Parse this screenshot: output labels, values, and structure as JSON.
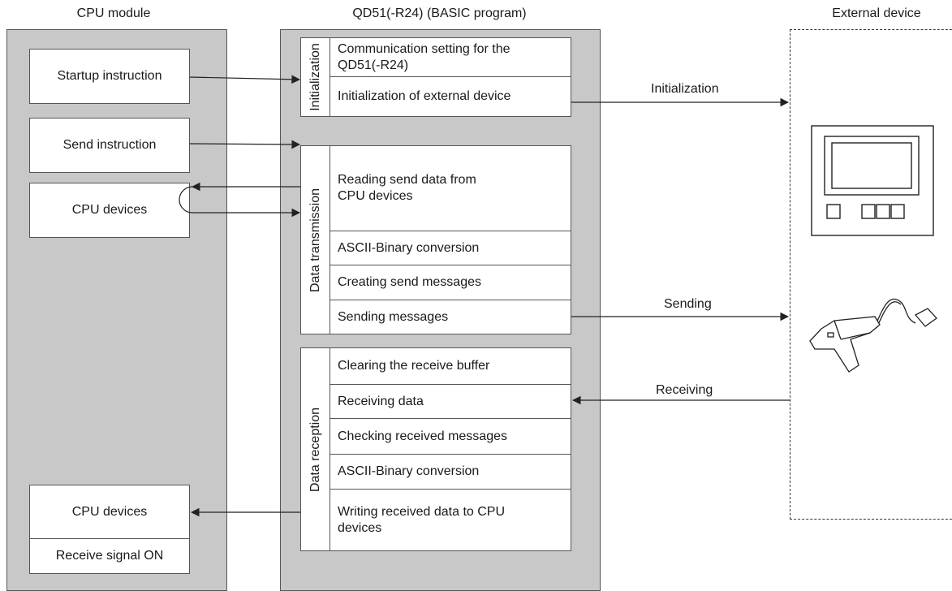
{
  "columns": {
    "cpu_title": "CPU module",
    "qd_title": "QD51(-R24) (BASIC program)",
    "ext_title": "External device"
  },
  "cpu": {
    "startup": "Startup instruction",
    "send": "Send instruction",
    "devices_top": "CPU devices",
    "devices_bottom": "CPU devices",
    "receive_signal": "Receive signal ON"
  },
  "groups": {
    "init": {
      "label": "Initialization",
      "rows": [
        "Communication setting for the QD51(-R24)",
        "Initialization of external device"
      ]
    },
    "tx": {
      "label": "Data transmission",
      "rows": [
        "Reading send data from CPU devices",
        "ASCII-Binary conversion",
        "Creating send messages",
        "Sending messages"
      ]
    },
    "rx": {
      "label": "Data reception",
      "rows": [
        "Clearing the receive buffer",
        "Receiving data",
        "Checking received messages",
        "ASCII-Binary conversion",
        "Writing received data to CPU devices"
      ]
    }
  },
  "arrows": {
    "initialization": "Initialization",
    "sending": "Sending",
    "receiving": "Receiving"
  },
  "devices": {
    "terminal_icon": "display-terminal-icon",
    "scanner_icon": "barcode-scanner-icon"
  }
}
